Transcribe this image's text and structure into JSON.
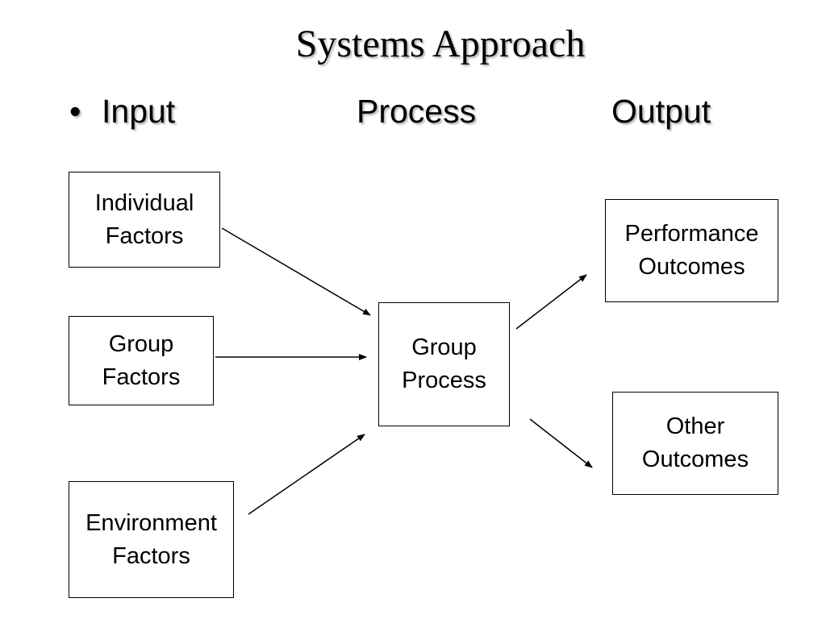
{
  "title": "Systems Approach",
  "bullet": {
    "symbol": "•",
    "columns": [
      "Input",
      "Process",
      "Output"
    ]
  },
  "boxes": {
    "individual_factors": "Individual\nFactors",
    "group_factors": "Group \nFactors",
    "environment_factors": "Environment\nFactors",
    "group_process": "Group\nProcess",
    "performance_outcomes": "Performance\nOutcomes",
    "other_outcomes": "Other\nOutcomes"
  }
}
